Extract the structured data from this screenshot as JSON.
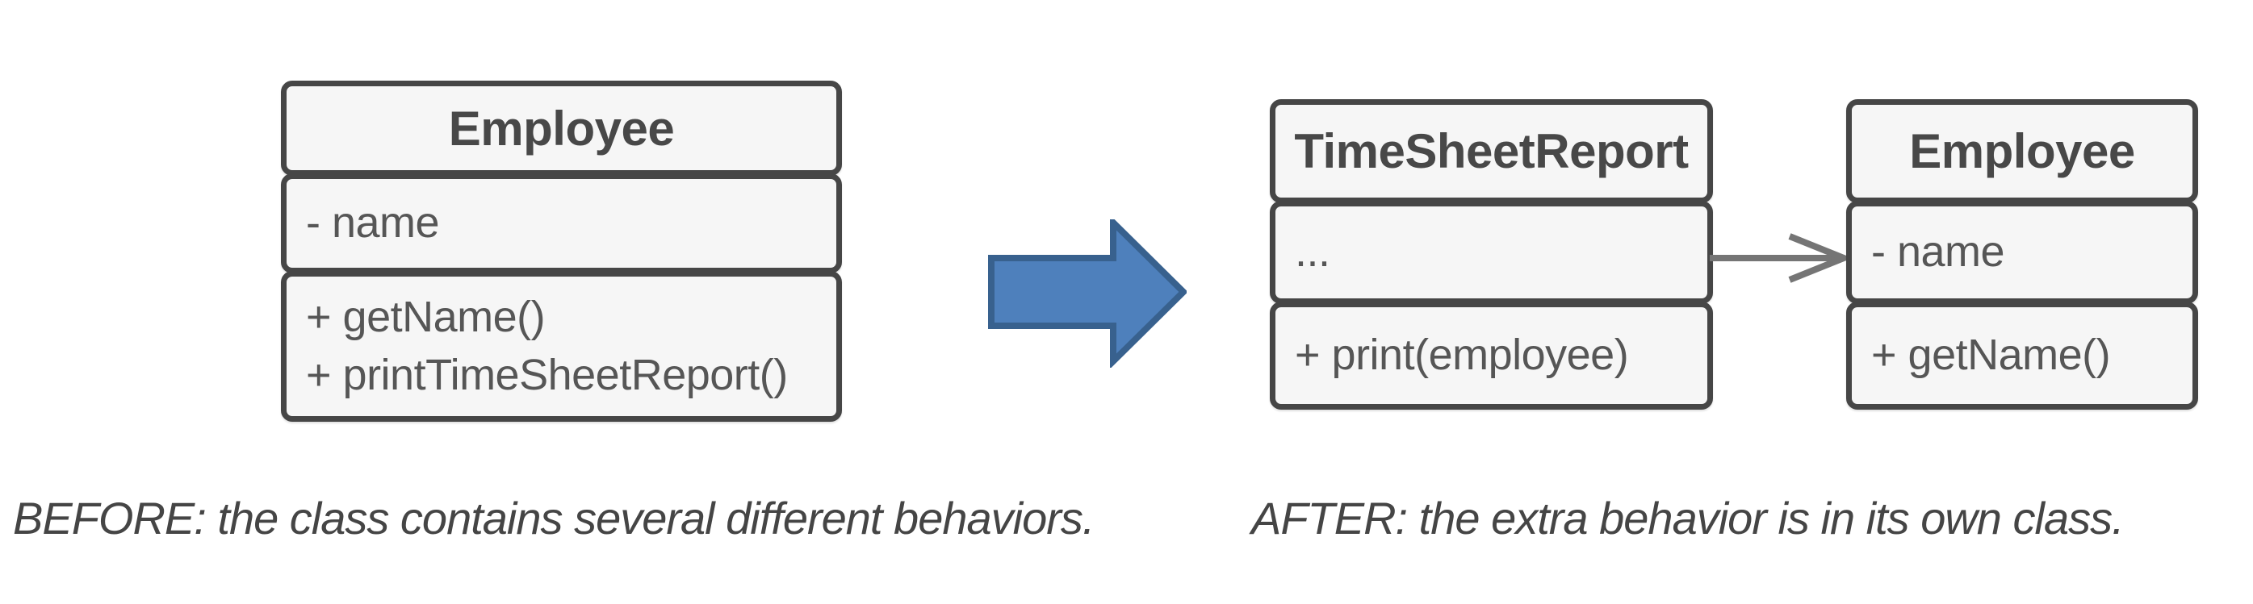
{
  "before": {
    "caption": "BEFORE: the class contains several different behaviors.",
    "class": {
      "title": "Employee",
      "attributes": [
        "- name"
      ],
      "methods": [
        "+ getName()",
        "+ printTimeSheetReport()"
      ]
    }
  },
  "after": {
    "caption": "AFTER: the extra behavior is in its own class.",
    "classes": [
      {
        "title": "TimeSheetReport",
        "attributes": [
          "..."
        ],
        "methods": [
          "+ print(employee)"
        ]
      },
      {
        "title": "Employee",
        "attributes": [
          "- name"
        ],
        "methods": [
          "+ getName()"
        ]
      }
    ],
    "association": {
      "from": "TimeSheetReport",
      "to": "Employee",
      "style": "open-arrowhead",
      "color": "#757575"
    }
  },
  "transform_arrow": {
    "direction": "right",
    "fill": "#4e80bc",
    "stroke": "#38618e"
  },
  "colors": {
    "background": "#ffffff",
    "box_fill": "#f6f6f6",
    "box_border": "#464646",
    "title_text": "#484848",
    "member_text": "#565656",
    "caption_text": "#454545"
  }
}
